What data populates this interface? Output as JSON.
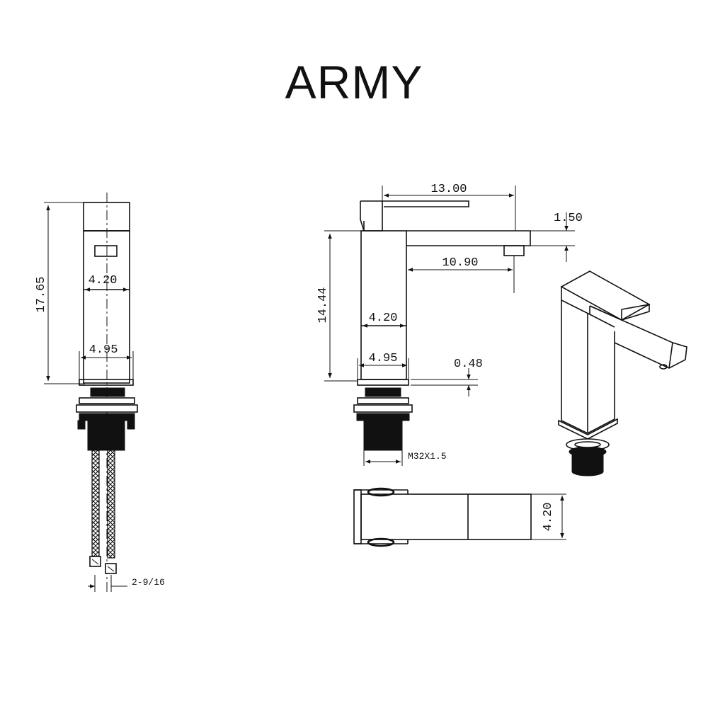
{
  "title": "ARMY",
  "dimensions": {
    "front_height": "17.65",
    "front_top_width": "4.20",
    "front_base_width": "4.95",
    "hose_spacing": "2-9/16",
    "side_spout_length": "13.00",
    "side_spout_thickness": "1.50",
    "side_spout_reach": "10.90",
    "side_height": "14.44",
    "side_top_width": "4.20",
    "side_base_width": "4.95",
    "side_gap": "0.48",
    "thread": "M32X1.5",
    "top_depth": "4.20"
  }
}
